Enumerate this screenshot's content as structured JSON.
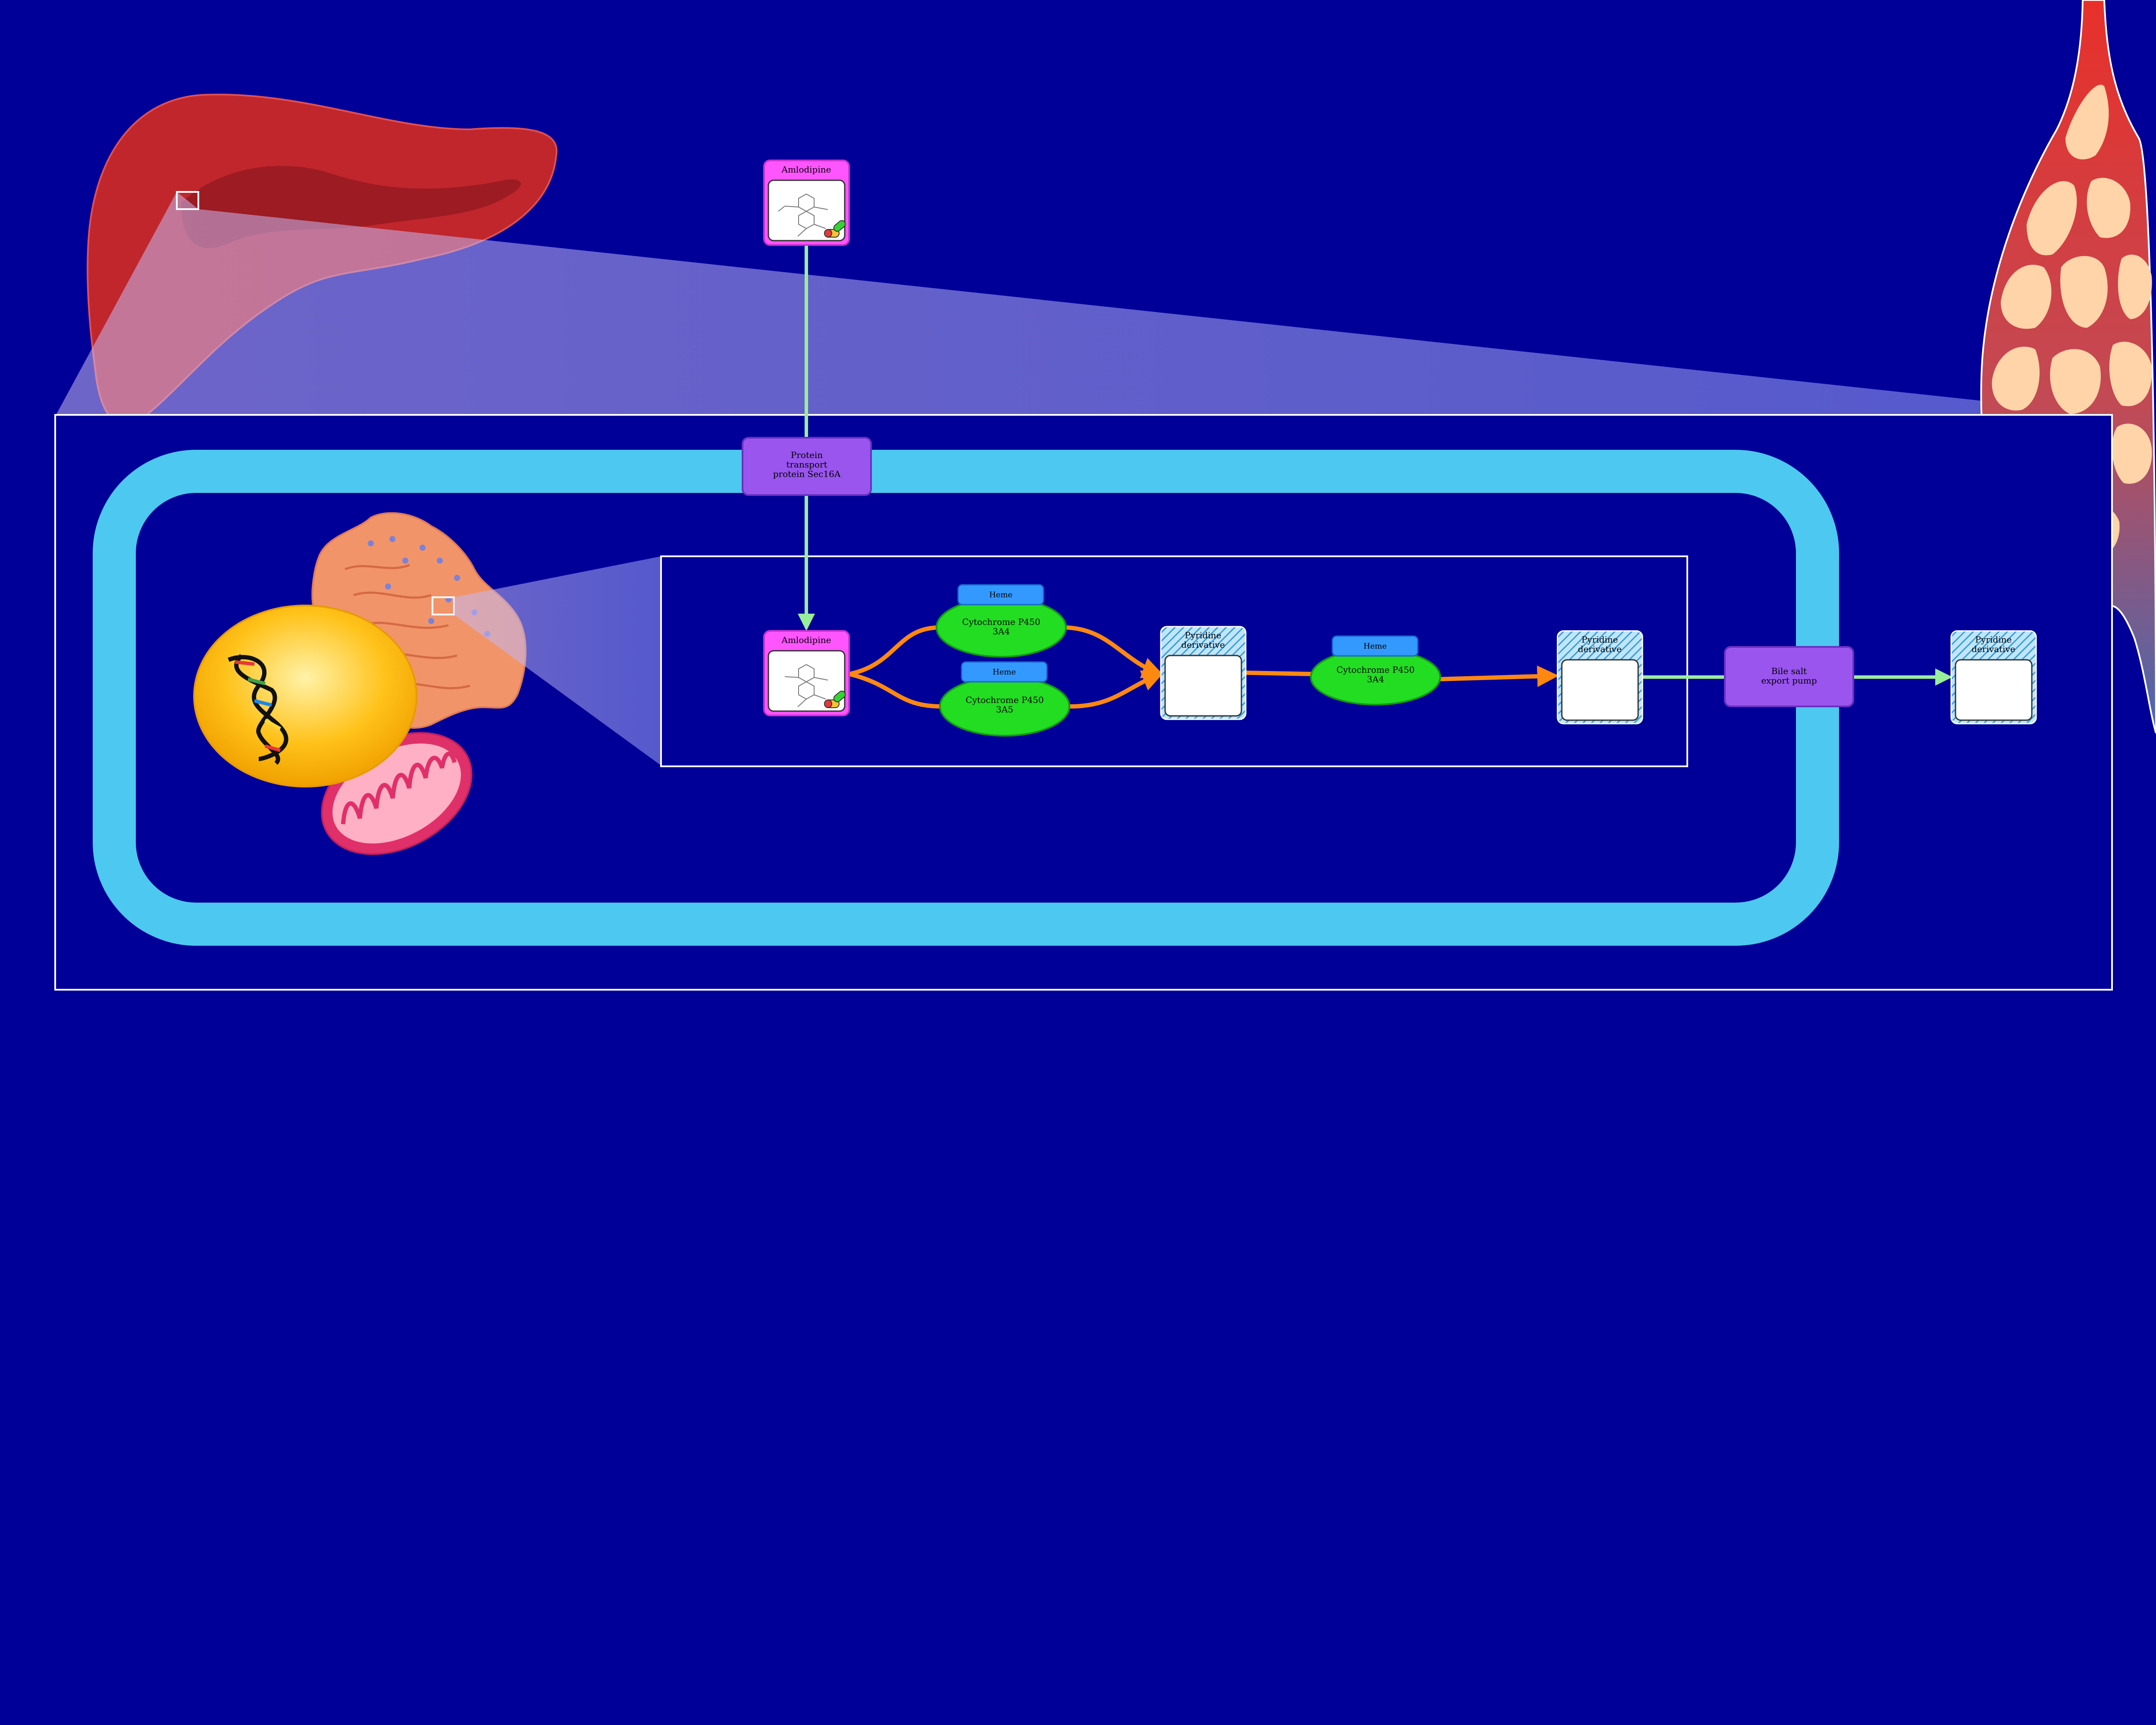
{
  "colors": {
    "background": "#000099",
    "drug_header": "#ff55ff",
    "drug_border": "#cc33cc",
    "enzyme_fill": "#22dd22",
    "cofactor_fill": "#3399ff",
    "transporter_fill": "#9955ee",
    "membrane": "#4dc8f0",
    "metabolism_arrow": "#ff8811",
    "transport_arrow": "#99ee99",
    "metabolite_hatch": "#66bbee"
  },
  "nodes": {
    "drug_extracellular": {
      "label": "Amlodipine",
      "kind": "drug"
    },
    "drug_intracellular": {
      "label": "Amlodipine",
      "kind": "drug"
    },
    "transporter_in": {
      "label_lines": [
        "Protein",
        "transport",
        "protein Sec16A"
      ],
      "kind": "transporter"
    },
    "transporter_out": {
      "label_lines": [
        "Bile salt",
        "export pump"
      ],
      "kind": "transporter"
    },
    "enzyme_1": {
      "label_lines": [
        "Cytochrome P450",
        "3A4"
      ],
      "cofactor": "Heme",
      "kind": "enzyme"
    },
    "enzyme_2": {
      "label_lines": [
        "Cytochrome P450",
        "3A5"
      ],
      "cofactor": "Heme",
      "kind": "enzyme"
    },
    "enzyme_3": {
      "label_lines": [
        "Cytochrome P450",
        "3A4"
      ],
      "cofactor": "Heme",
      "kind": "enzyme"
    },
    "metabolite_1": {
      "label_lines": [
        "Pyridine",
        "derivative"
      ],
      "kind": "metabolite"
    },
    "metabolite_2": {
      "label_lines": [
        "Pyridine",
        "derivative"
      ],
      "kind": "metabolite"
    },
    "metabolite_3": {
      "label_lines": [
        "Pyridine",
        "derivative"
      ],
      "kind": "metabolite"
    }
  },
  "icons": {
    "organ": "liver-icon",
    "vessel": "bile-duct-icon",
    "nucleus": "nucleus-icon",
    "dna": "dna-icon",
    "er": "endoplasmic-reticulum-icon",
    "mitochondrion": "mitochondrion-icon",
    "drug_badge": "pill-icon",
    "structure": "chemical-structure-icon"
  }
}
